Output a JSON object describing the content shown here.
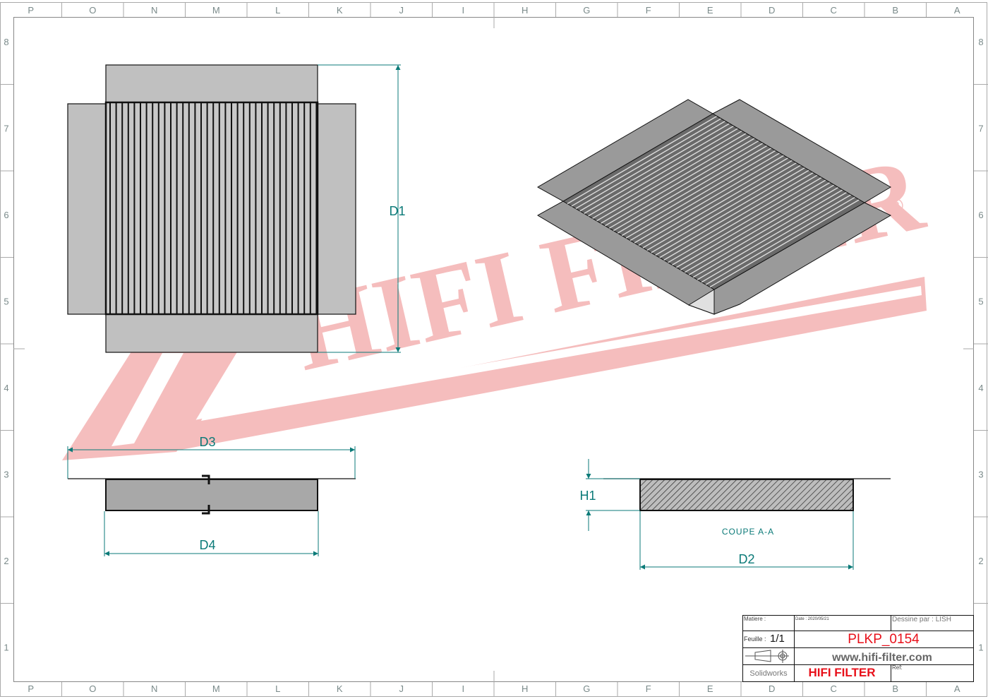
{
  "border": {
    "columns": [
      "P",
      "O",
      "N",
      "M",
      "L",
      "K",
      "J",
      "I",
      "H",
      "G",
      "F",
      "E",
      "D",
      "C",
      "B",
      "A"
    ],
    "rows": [
      "8",
      "7",
      "6",
      "5",
      "4",
      "3",
      "2",
      "1"
    ]
  },
  "watermark": {
    "text": "HIFI FILTER",
    "mark": "®"
  },
  "dimensions": {
    "d1": "D1",
    "d2": "D2",
    "d3": "D3",
    "d4": "D4",
    "h1": "H1"
  },
  "section_label": "COUPE A-A",
  "title_block": {
    "matiere_label": "Matiere :",
    "date_label": "Date : 2020/05/21",
    "dessine_label": "Dessine par : LISH",
    "feuille_label": "Feuille :",
    "feuille_value": "1/1",
    "part_number": "PLKP_0154",
    "website": "www.hifi-filter.com",
    "software": "Solidworks",
    "company": "HIFI FILTER",
    "ref_label": "Ref:"
  },
  "colors": {
    "dimension": "#0b7a78",
    "brand_red": "#e8101a",
    "watermark": "#f2a8a8",
    "part_fill": "#c0c0c0"
  }
}
